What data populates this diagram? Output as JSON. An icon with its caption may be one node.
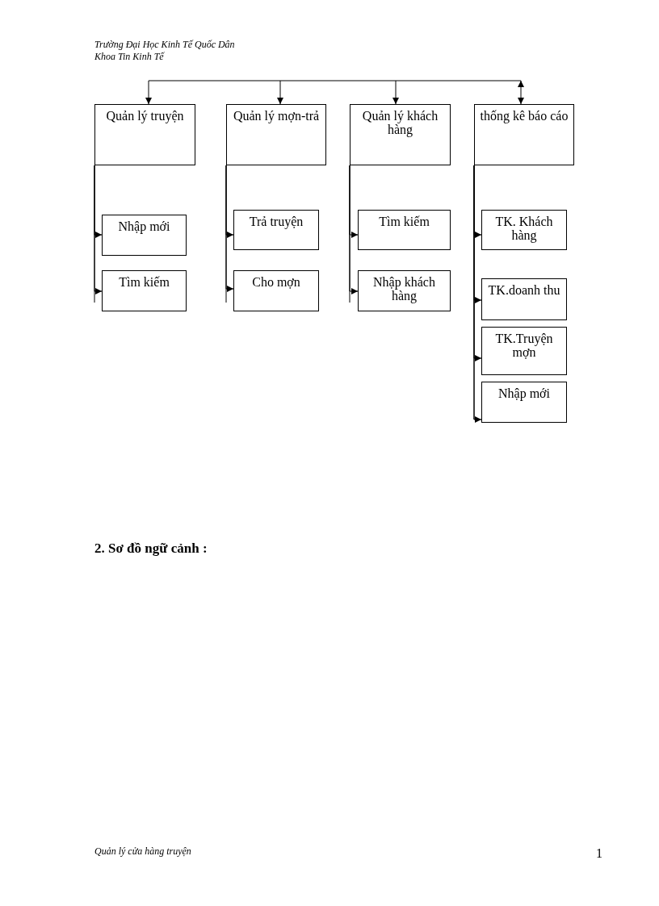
{
  "diagram": {
    "nodes": [
      {
        "text": [
          "Quản lý truyện"
        ]
      },
      {
        "text": [
          "Quản lý mợn-trả"
        ]
      },
      {
        "text": [
          "Quản lý khách hàng"
        ]
      },
      {
        "text": [
          "thống kê báo cáo"
        ]
      },
      {
        "text": [
          "Nhập mới"
        ]
      },
      {
        "text": [
          "Tìm kiếm"
        ]
      },
      {
        "text": [
          "Trả truyện"
        ]
      },
      {
        "text": [
          "Cho mợn"
        ]
      },
      {
        "text": [
          "Tìm kiếm"
        ]
      },
      {
        "text": [
          "Nhập khách hàng"
        ]
      },
      {
        "text": [
          "TK. Khách hàng"
        ]
      },
      {
        "text": [
          "TK.doanh thu"
        ]
      },
      {
        "text": [
          "TK.Truyện mợn"
        ]
      },
      {
        "text": [
          "Nhập mới"
        ]
      }
    ],
    "edges": [
      {
        "from": null,
        "to": 0,
        "arrow": "to"
      },
      {
        "from": null,
        "to": 1,
        "arrow": "to"
      },
      {
        "from": null,
        "to": 2,
        "arrow": "to"
      },
      {
        "from": null,
        "to": 3,
        "arrow": "both"
      },
      {
        "from": 0,
        "to": 4,
        "arrow": "to"
      },
      {
        "from": 0,
        "to": 5,
        "arrow": "to"
      },
      {
        "from": 1,
        "to": 6,
        "arrow": "to"
      },
      {
        "from": 1,
        "to": 7,
        "arrow": "to"
      },
      {
        "from": 2,
        "to": 8,
        "arrow": "to"
      },
      {
        "from": 2,
        "to": 9,
        "arrow": "to"
      },
      {
        "from": 3,
        "to": 10,
        "arrow": "to"
      },
      {
        "from": 3,
        "to": 11,
        "arrow": "to"
      },
      {
        "from": 3,
        "to": 12,
        "arrow": "to"
      },
      {
        "from": 3,
        "to": 13,
        "arrow": "to"
      }
    ],
    "labels": [
      "Trường Đại Học Kinh Tế Quốc Dân",
      "Khoa Tin Kinh Tế",
      "2. Sơ đồ ngữ cảnh :",
      "Quản lý cửa hàng truyện",
      "1"
    ]
  }
}
